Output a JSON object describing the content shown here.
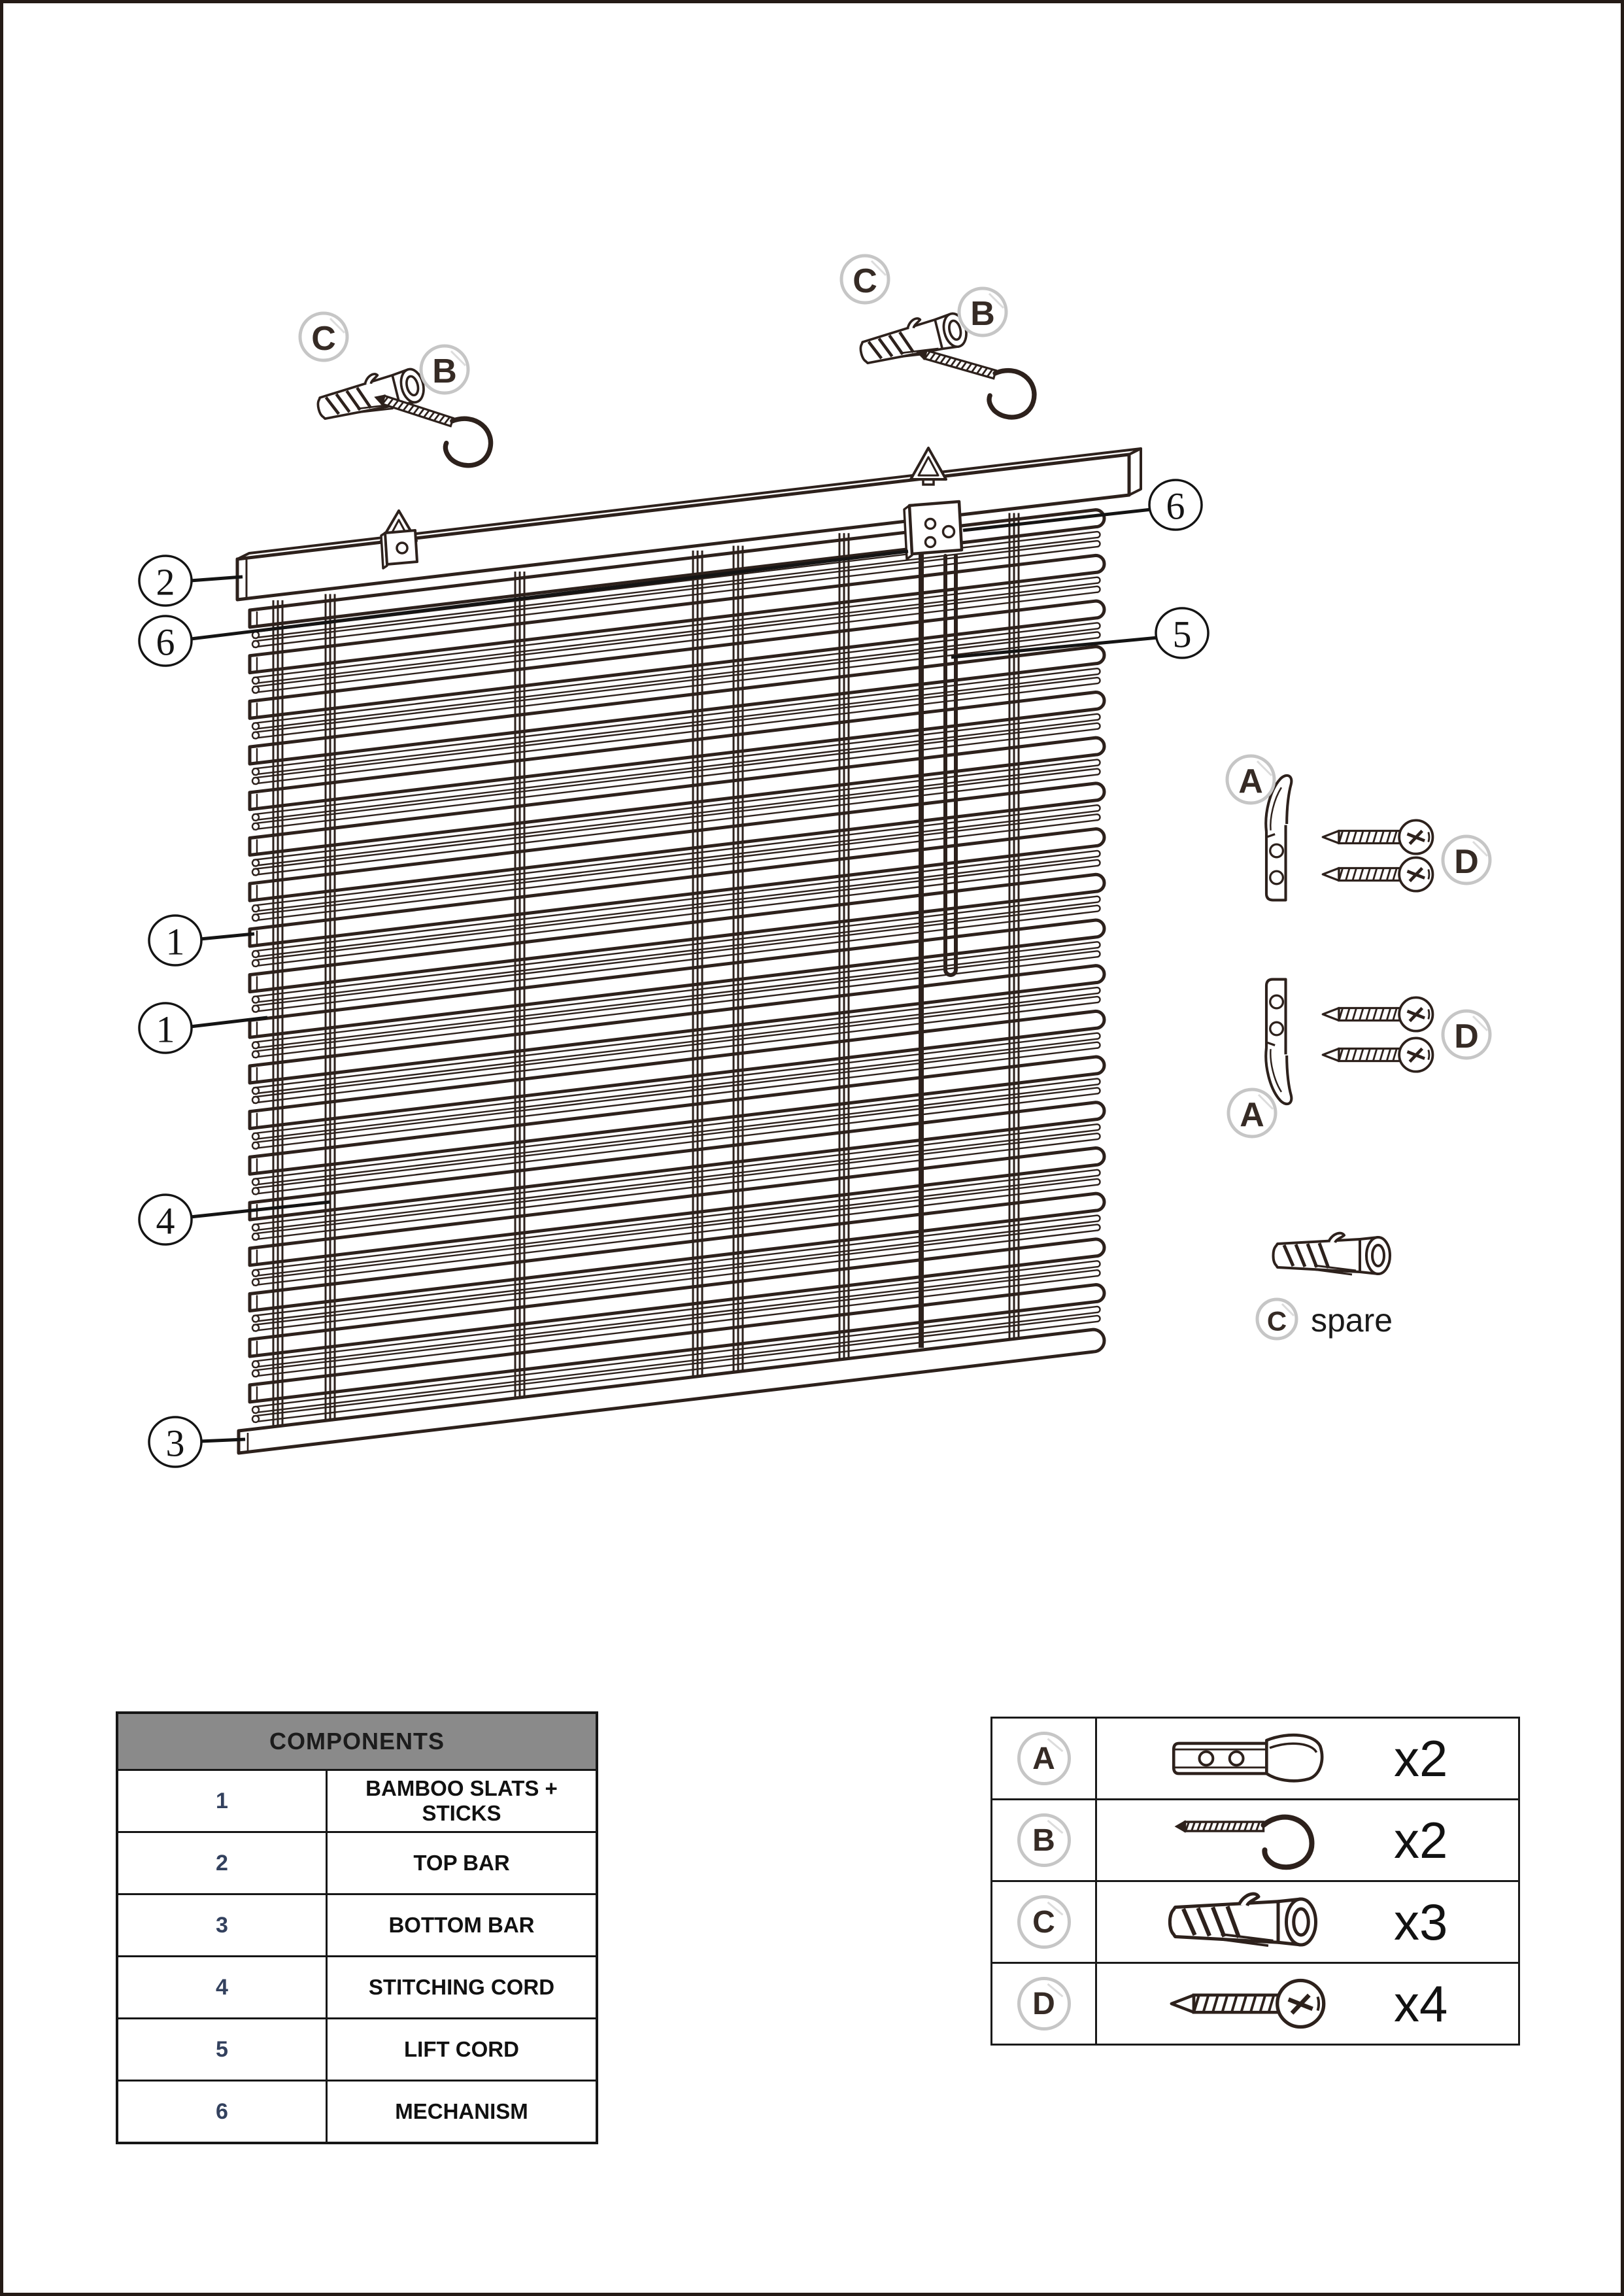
{
  "colors": {
    "line_art": "#2d211c",
    "table_border": "#161616",
    "header_bg": "#8a8a8a",
    "number_text": "#33415e",
    "badge_ring": "#c6c6c6"
  },
  "numbers": {
    "n1": "1",
    "n2": "2",
    "n3": "3",
    "n4": "4",
    "n5": "5",
    "n6": "6"
  },
  "letters": {
    "a": "A",
    "b": "B",
    "c": "C",
    "d": "D"
  },
  "spare_label": "spare",
  "components_table": {
    "title": "COMPONENTS",
    "rows": [
      {
        "num": "1",
        "label": "BAMBOO SLATS + STICKS"
      },
      {
        "num": "2",
        "label": "TOP BAR"
      },
      {
        "num": "3",
        "label": "BOTTOM BAR"
      },
      {
        "num": "4",
        "label": "STITCHING CORD"
      },
      {
        "num": "5",
        "label": "LIFT CORD"
      },
      {
        "num": "6",
        "label": "MECHANISM"
      }
    ]
  },
  "hardware_table": {
    "rows": [
      {
        "letter": "A",
        "icon": "bracket-icon",
        "qty": "x2"
      },
      {
        "letter": "B",
        "icon": "hook-screw-icon",
        "qty": "x2"
      },
      {
        "letter": "C",
        "icon": "wall-plug-icon",
        "qty": "x3"
      },
      {
        "letter": "D",
        "icon": "screw-icon",
        "qty": "x4"
      }
    ]
  }
}
